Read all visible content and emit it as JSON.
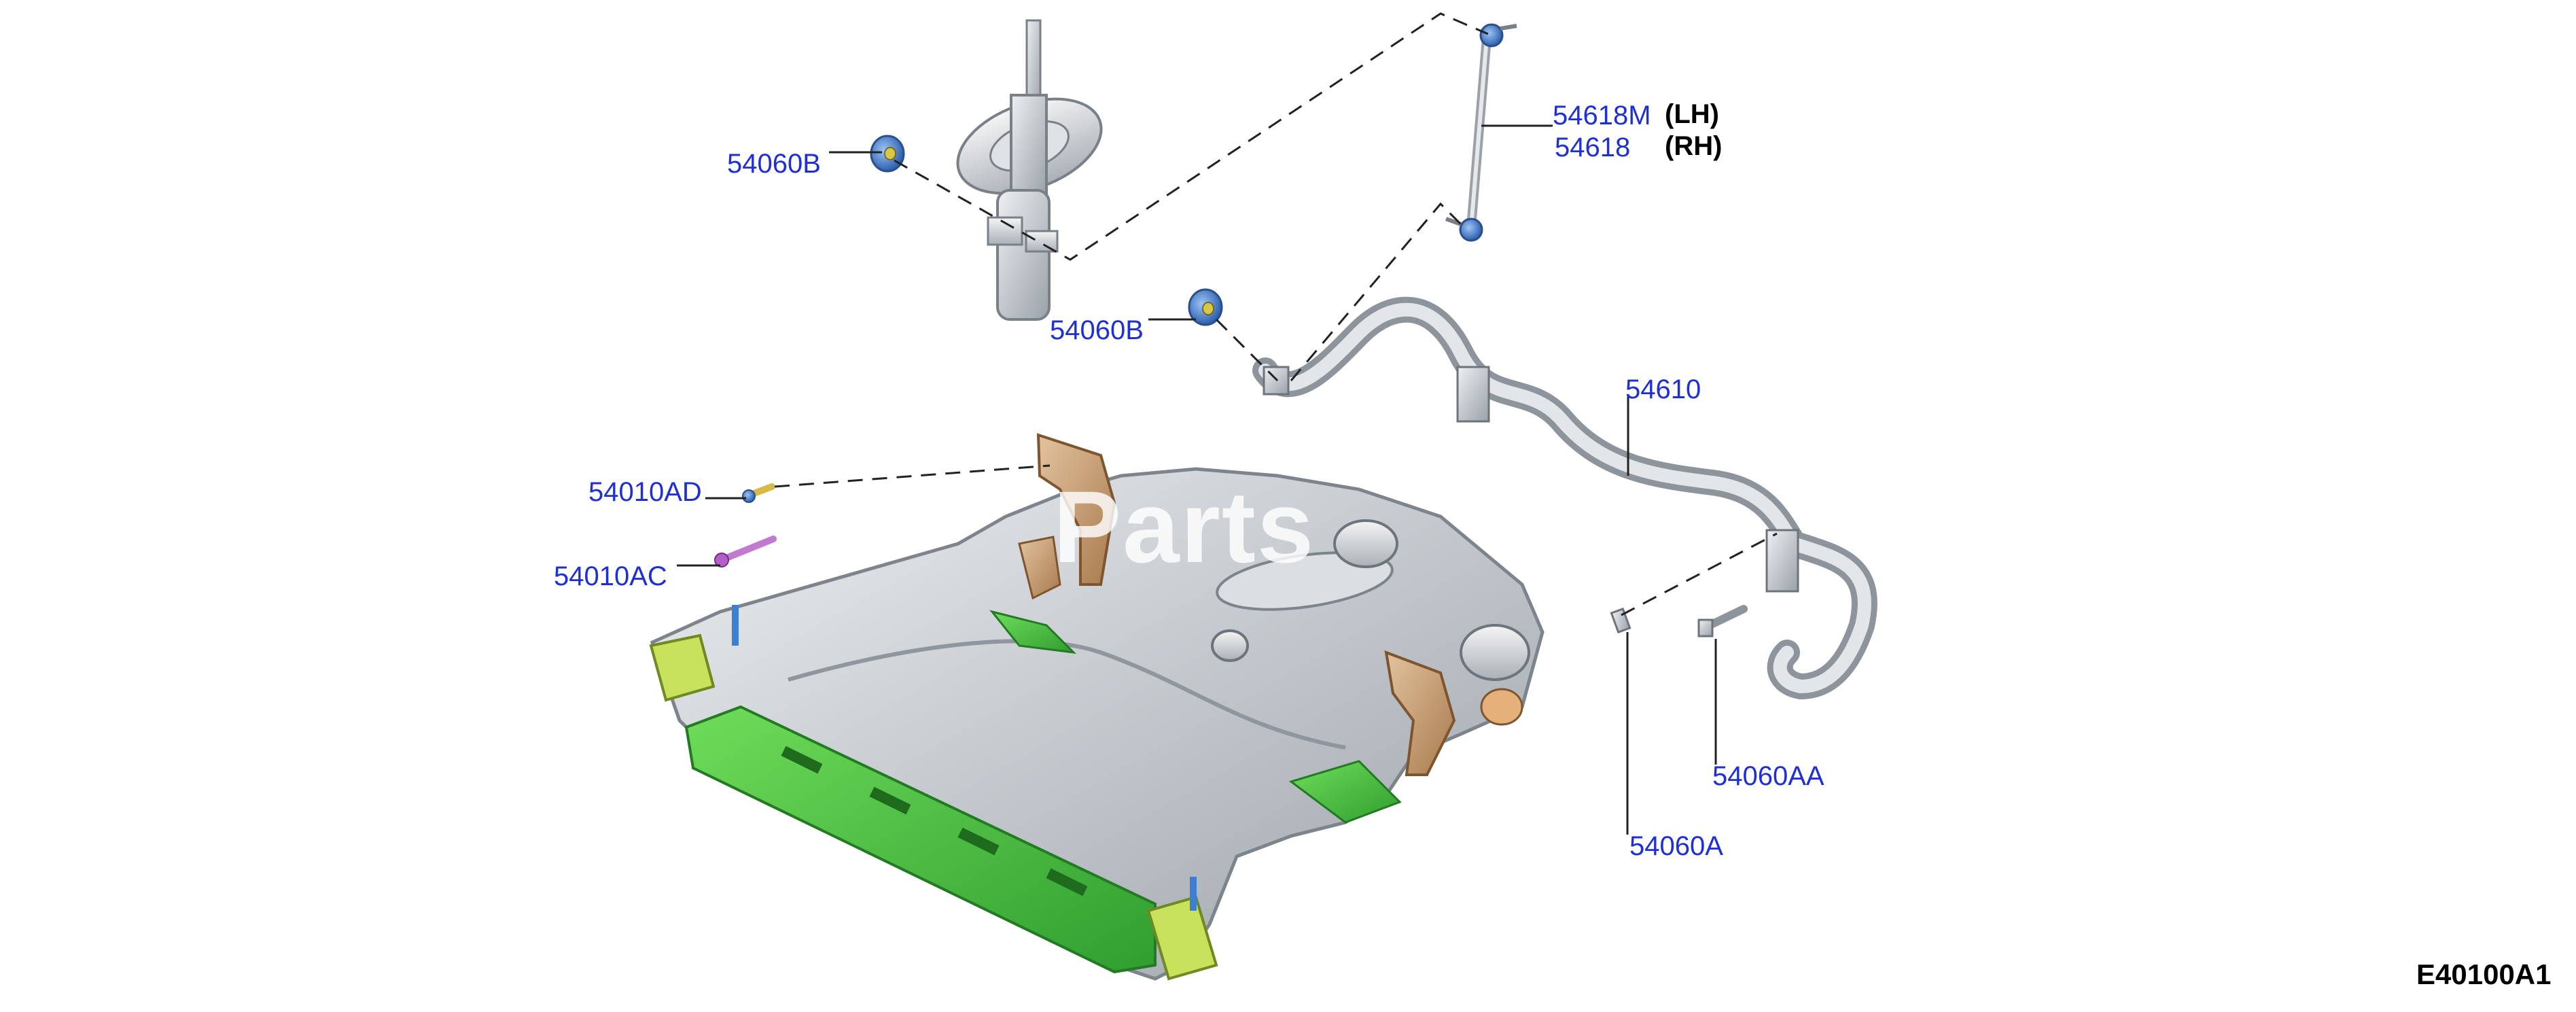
{
  "labels": {
    "p54618m": "54618M",
    "p54618m_side": "(LH)",
    "p54618": "54618",
    "p54618_side": "(RH)",
    "p54060b_top": "54060B",
    "p54060b_mid": "54060B",
    "p54610": "54610",
    "p54010ad": "54010AD",
    "p54010ac": "54010AC",
    "p54060aa": "54060AA",
    "p54060a": "54060A"
  },
  "figure_code": "E40100A1",
  "watermark": "Parts",
  "colors": {
    "label_blue": "#1f2fd6",
    "subframe_grey": "#c4c9ce",
    "highlight_green": "#3fbf3f",
    "bracket_tan": "#c59a6e",
    "bushing_blue": "#3e7fd6"
  }
}
